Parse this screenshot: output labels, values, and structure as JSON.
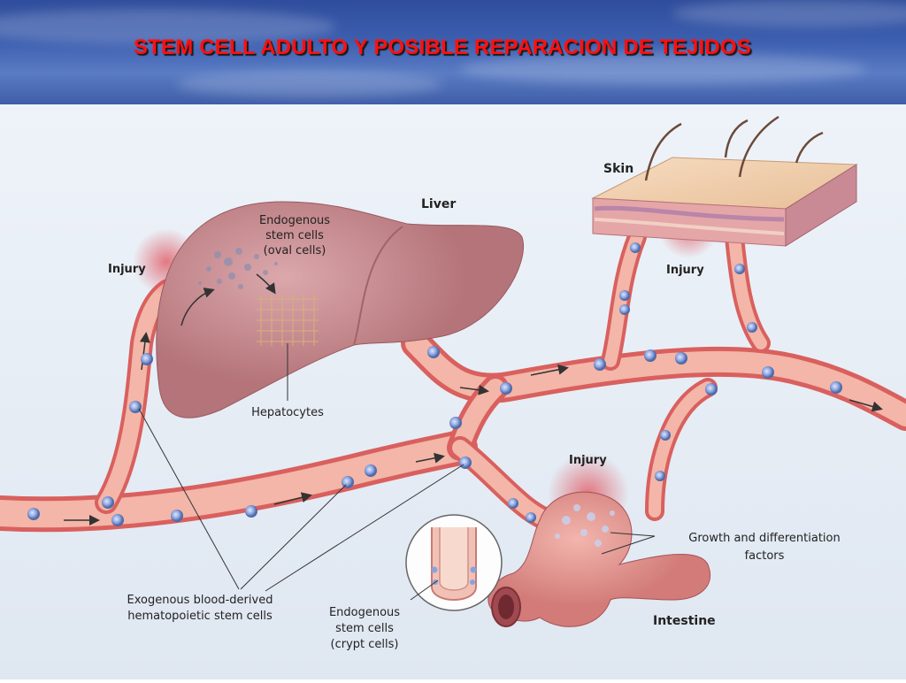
{
  "slide": {
    "title": "STEM CELL ADULTO Y POSIBLE REPARACION DE TEJIDOS"
  },
  "diagram": {
    "labels": {
      "liver": "Liver",
      "skin": "Skin",
      "intestine": "Intestine",
      "injury_liver": "Injury",
      "injury_skin": "Injury",
      "injury_intestine": "Injury",
      "oval_cells_line1": "Endogenous",
      "oval_cells_line2": "stem cells",
      "oval_cells_line3": "(oval cells)",
      "hepatocytes": "Hepatocytes",
      "growth_line1": "Growth and differentiation",
      "growth_line2": "factors",
      "exogenous_line1": "Exogenous blood-derived",
      "exogenous_line2": "hematopoietic stem cells",
      "crypt_line1": "Endogenous",
      "crypt_line2": "stem cells",
      "crypt_line3": "(crypt cells)"
    },
    "colors": {
      "vessel_outer": "#d9605e",
      "vessel_inner": "#f3b6a8",
      "liver": "#c98a8e",
      "stem_cell": "#7f9ad8",
      "injury_glow": "#e0505a"
    }
  }
}
